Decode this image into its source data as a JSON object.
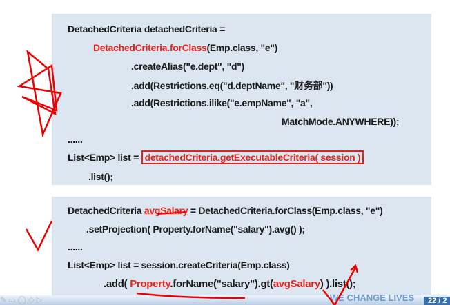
{
  "block1": {
    "l1": "DetachedCriteria  detachedCriteria  =",
    "l2_red": "DetachedCriteria.forClass",
    "l2_rest": "(Emp.class, \"e\")",
    "l3": ".createAlias(\"e.dept\", \"d\")",
    "l4": ".add(Restrictions.eq(\"d.deptName\", \"财务部\"))",
    "l5": ".add(Restrictions.ilike(\"e.empName\", \"a\",",
    "l6": "MatchMode.ANYWHERE));",
    "l7": "......",
    "l8_pre": "List<Emp> list = ",
    "l8_boxed": "detachedCriteria.getExecutableCriteria( session )",
    "l9": ".list();"
  },
  "block2": {
    "l1_pre": "DetachedCriteria ",
    "l1_red": "avgSalary",
    "l1_rest": " = DetachedCriteria.forClass(Emp.class, \"e\")",
    "l2": ".setProjection( Property.forName(\"salary\").avg() );",
    "l3": "......",
    "l4": "List<Emp> list = session.createCriteria(Emp.class)",
    "l5_a": ".add( ",
    "l5_red1": "Property",
    "l5_b": ".forName(\"salary\").gt(",
    "l5_red2": "avgSalary",
    "l5_c": ") ).list();"
  },
  "footer": {
    "slogan": "WE  CHANGE  LIVES",
    "page": "22 / 2",
    "tools": "✎ ▭ ◯ ◇ ▷"
  },
  "colors": {
    "accent": "#e8231b",
    "box": "#dce6f1"
  }
}
